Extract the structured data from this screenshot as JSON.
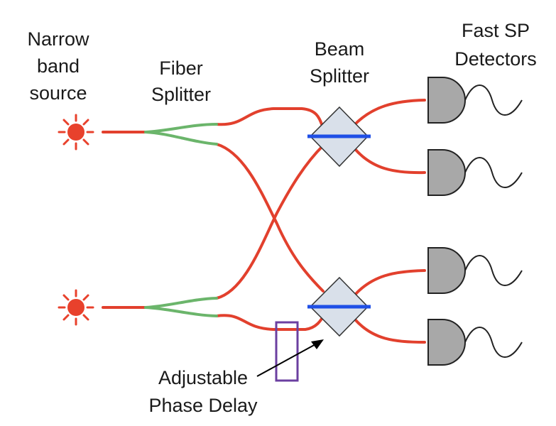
{
  "labels": {
    "source_line1": "Narrow",
    "source_line2": "band",
    "source_line3": "source",
    "fiber_line1": "Fiber",
    "fiber_line2": "Splitter",
    "beam_line1": "Beam",
    "beam_line2": "Splitter",
    "detectors_line1": "Fast SP",
    "detectors_line2": "Detectors",
    "phase_line1": "Adjustable",
    "phase_line2": "Phase Delay"
  },
  "colors": {
    "source": "#e8412c",
    "fiber": "#e2402d",
    "splitter_fiber": "#6bb56b",
    "beam_splitter_fill": "#d9e0ea",
    "beam_splitter_line": "#1f4fe6",
    "detector_fill": "#a8a8a8",
    "phase_delay": "#6b3fa0"
  },
  "icons": {
    "source": "starburst-icon",
    "detector": "single-photon-detector-icon"
  }
}
